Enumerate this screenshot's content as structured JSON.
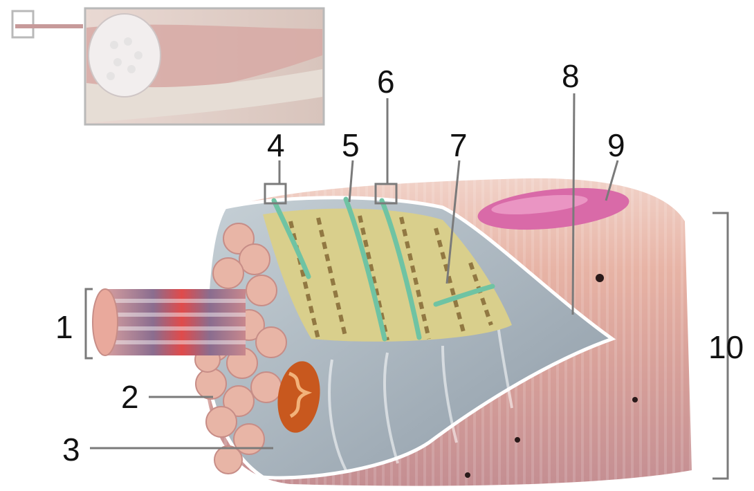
{
  "labels": {
    "l1": "1",
    "l2": "2",
    "l3": "3",
    "l4": "4",
    "l5": "5",
    "l6": "6",
    "l7": "7",
    "l8": "8",
    "l9": "9",
    "l10": "10"
  },
  "colors": {
    "fiber_pink": "#e8b5a6",
    "fiber_stripe": "#c98d8a",
    "sarcolemma_grey": "#aab6bf",
    "reticulum_yellow": "#d9cf8c",
    "t_tubule_green": "#6fc3a3",
    "mitochondrion": "#c8581e",
    "nucleus_pink": "#d96aa8",
    "leader_line": "#7a7a7a"
  }
}
